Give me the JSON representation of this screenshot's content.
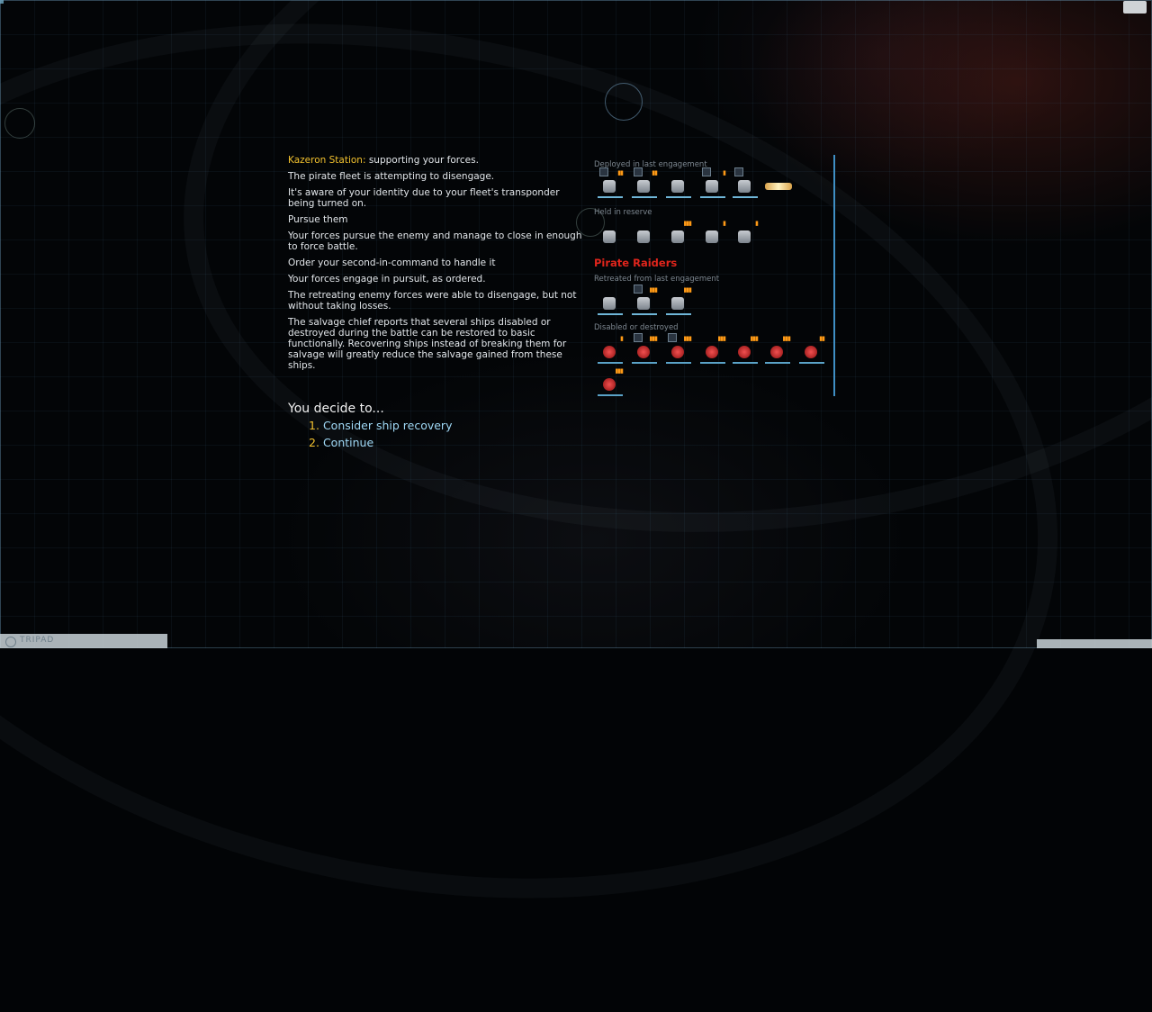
{
  "event": {
    "source_name": "Kazeron Station:",
    "source_text": "supporting your forces.",
    "paragraphs_1": [
      "The pirate fleet is attempting to disengage.",
      "It's aware of your identity due to your fleet's transponder being turned on."
    ],
    "choice_1": "Pursue them",
    "paragraph_2": "Your forces pursue the enemy and manage to close in enough to force battle.",
    "choice_2": "Order your second-in-command to handle it",
    "paragraphs_3": [
      "Your forces engage in pursuit, as ordered.",
      "The retreating enemy forces were able to disengage, but not without taking losses.",
      "The salvage chief reports that several ships disabled or destroyed during the battle can be restored to basic functionally. Recovering ships instead of breaking them for salvage will greatly reduce the salvage gained from these ships."
    ]
  },
  "decision": {
    "prompt": "You decide to...",
    "options": [
      {
        "num": "1.",
        "label": "Consider ship recovery"
      },
      {
        "num": "2.",
        "label": "Continue"
      }
    ]
  },
  "fleet": {
    "deployed_label": "Deployed in last engagement",
    "reserve_label": "Held in reserve",
    "enemy_name": "Pirate Raiders",
    "retreated_label": "Retreated from last engagement",
    "disabled_label": "Disabled or destroyed"
  },
  "hud": {
    "bottom_left_label": "TRIPAD"
  },
  "colors": {
    "highlight_yellow": "#f2c12e",
    "option_blue": "#9fd8f5",
    "enemy_red": "#e0251c",
    "divider_blue": "#3f8fc4",
    "pip_orange": "#ff9a16"
  }
}
